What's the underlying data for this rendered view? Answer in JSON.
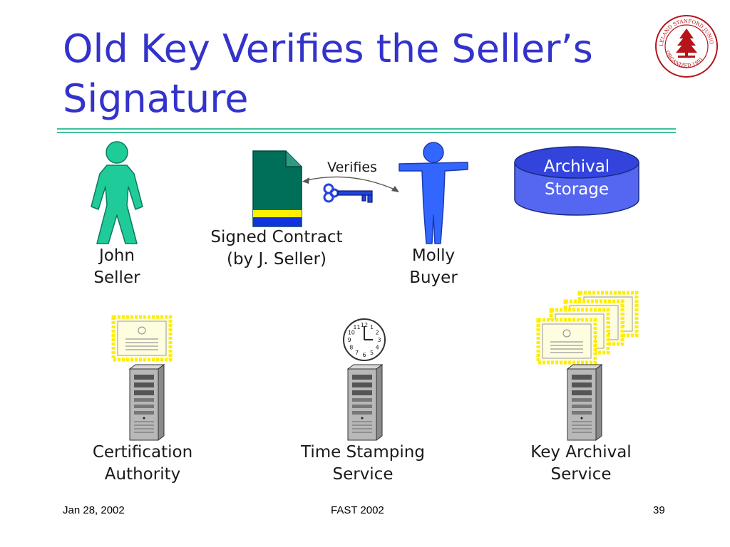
{
  "slide": {
    "title": "Old Key Verifies the Seller’s\nSignature",
    "seal_text": [
      "LELAND STANFORD JUNIOR UNIVERSITY",
      "ORGANIZED 1891"
    ],
    "verifies_label": "Verifies",
    "storage_label": "Archival\nStorage",
    "labels": {
      "john": "John\nSeller",
      "contract": "Signed Contract\n(by J. Seller)",
      "molly": "Molly\nBuyer",
      "ca": "Certification\nAuthority",
      "tss": "Time Stamping\nService",
      "kas": "Key Archival\nService"
    },
    "clock_numbers": [
      "12",
      "1",
      "2",
      "3",
      "4",
      "5",
      "6",
      "7",
      "8",
      "9",
      "10",
      "11"
    ],
    "footer": {
      "date": "Jan 28, 2002",
      "event": "FAST 2002",
      "page": "39"
    },
    "colors": {
      "title": "#3333cc",
      "rule": "#3fbf9f",
      "john": "#1fcc99",
      "molly": "#3366ff",
      "document": "#006f5a",
      "storage": "#4455ee",
      "certificate_border": "#ffee00",
      "seal": "#b5141b"
    }
  }
}
